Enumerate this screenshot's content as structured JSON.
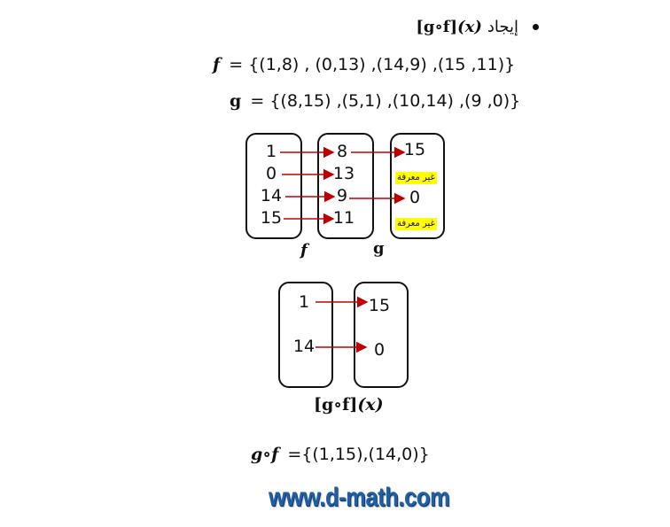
{
  "heading": {
    "text": "إيجاد",
    "expr": "(x)",
    "expr_gof": "g∘f"
  },
  "f_def": {
    "name": "f",
    "eq": "=",
    "set": "{(1,8) , (0,13) ,(14,9) ,(15 ,11)}"
  },
  "g_def": {
    "name": "g",
    "eq": "=",
    "set": "{(8,15) ,(5,1) ,(10,14) ,(9 ,0)}"
  },
  "diagram1": {
    "col1": [
      "1",
      "0",
      "14",
      "15"
    ],
    "col2": [
      "8",
      "13",
      "9",
      "11"
    ],
    "col3": [
      "15",
      "0"
    ],
    "undefined_label": "غير معرفة",
    "label_f": "f",
    "label_g": "g",
    "arrow_color": "#c00000",
    "highlight_color": "#ffff00"
  },
  "diagram2": {
    "left": [
      "1",
      "14"
    ],
    "right": [
      "15",
      "0"
    ],
    "caption_gof": "g∘f",
    "caption_x": "(x)"
  },
  "result": {
    "lhs": "g∘f",
    "rhs": "={(1,15),(14,0)}"
  },
  "website": "www.d-math.com"
}
